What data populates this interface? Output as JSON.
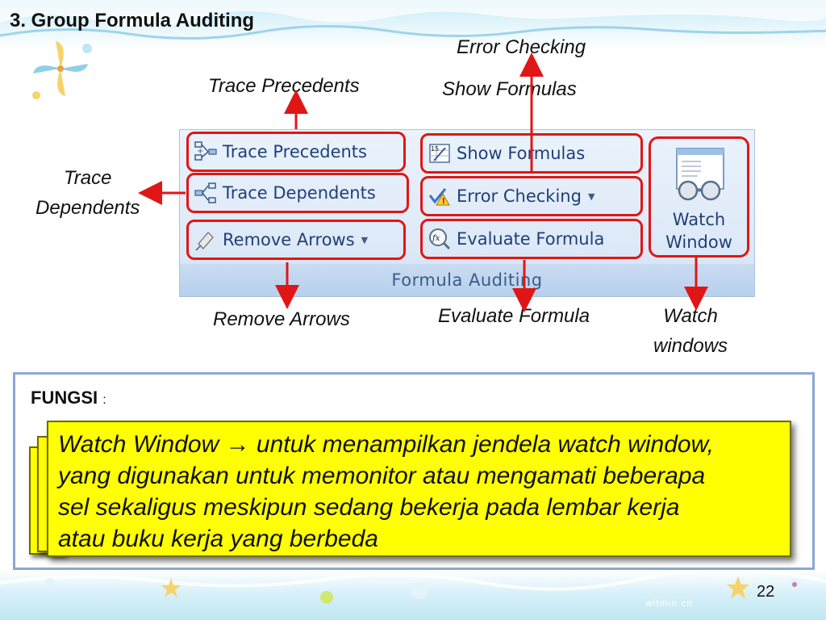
{
  "slide": {
    "title": "3. Group Formula Auditing",
    "page_number": "22",
    "footer_mark": "witmin.cn"
  },
  "callouts": {
    "error_checking": "Error Checking",
    "trace_precedents": "Trace Precedents",
    "show_formulas": "Show Formulas",
    "trace_dependents_line1": "Trace",
    "trace_dependents_line2": "Dependents",
    "remove_arrows": "Remove Arrows",
    "evaluate_formula": "Evaluate Formula",
    "watch_windows_line1": "Watch",
    "watch_windows_line2": "windows"
  },
  "ribbon": {
    "group_label": "Formula Auditing",
    "buttons": {
      "trace_precedents": "Trace Precedents",
      "trace_dependents": "Trace Dependents",
      "remove_arrows": "Remove Arrows",
      "show_formulas": "Show Formulas",
      "error_checking": "Error Checking",
      "evaluate_formula": "Evaluate Formula",
      "watch_window_line1": "Watch",
      "watch_window_line2": "Window"
    },
    "dropdown_caret": "▼"
  },
  "fungsi": {
    "label": "FUNGSI",
    "colon": ":",
    "text_line1": "Watch Window → untuk menampilkan jendela watch window,",
    "text_line2": "yang digunakan untuk memonitor atau mengamati beberapa",
    "text_line3": "sel sekaligus meskipun sedang bekerja pada lembar kerja",
    "text_line4": "atau buku kerja yang berbeda"
  },
  "colors": {
    "highlight_red": "#e01616",
    "ribbon_text": "#1f3f78",
    "note_yellow": "#ffff00",
    "box_border": "#8aa8d6"
  }
}
